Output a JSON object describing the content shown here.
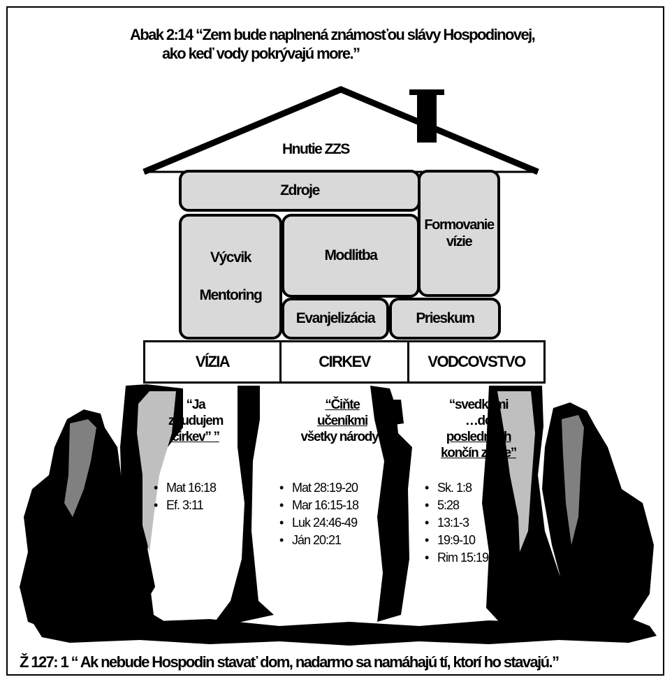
{
  "verse_top": {
    "line1": "Abak 2:14 “Zem bude naplnená známosťou slávy Hospodinovej,",
    "line2": "ako keď vody pokrývajú more.”"
  },
  "house": {
    "roof_title": "Hnutie ZZS",
    "rooms": {
      "zdroje": "Zdroje",
      "formovanie": "Formovanie vízie",
      "vycvik": "Výcvik",
      "mentoring": "Mentoring",
      "modlitba": "Modlitba",
      "evanjelizacia": "Evanjelizácia",
      "prieskum": "Prieskum"
    }
  },
  "pillars": [
    {
      "label": "VÍZIA",
      "quote_lines": [
        "“Ja",
        "zbudujem",
        "cirkev”  ”"
      ],
      "refs": [
        "Mat 16:18",
        "Ef.   3:11"
      ]
    },
    {
      "label": "CIRKEV",
      "quote_lines": [
        "“Čiňte",
        "učeníkmi",
        "všetky národy”"
      ],
      "refs": [
        "Mat 28:19-20",
        "Mar 16:15-18",
        "Luk 24:46-49",
        "Ján 20:21"
      ]
    },
    {
      "label": "VODCOVSTVO",
      "quote_lines": [
        "“svedkami",
        "…do",
        "posledných",
        "končín zeme”"
      ],
      "refs": [
        "Sk. 1:8",
        "5:28",
        "13:1-3",
        "19:9-10",
        "Rim   15:19"
      ]
    }
  ],
  "verse_bottom": "Ž 127: 1 “ Ak nebude Hospodin stavať dom, nadarmo sa namáhajú tí, ktorí ho stavajú.”",
  "colors": {
    "room_fill": "#d9d9d9",
    "rock_dark": "#000000",
    "rock_gray": "#808080",
    "rock_light": "#bfbfbf"
  }
}
